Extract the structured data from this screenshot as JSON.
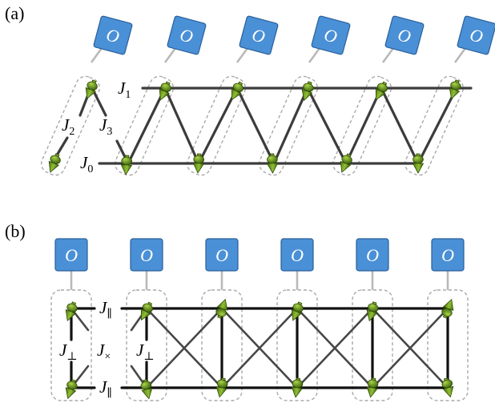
{
  "panel_a": {
    "label": "(a)",
    "operator_symbol": "O",
    "couplings": {
      "j1": "J",
      "j1_sub": "1",
      "j2": "J",
      "j2_sub": "2",
      "j3": "J",
      "j3_sub": "3",
      "j0": "J",
      "j0_sub": "0"
    }
  },
  "panel_b": {
    "label": "(b)",
    "operator_symbol": "O",
    "couplings": {
      "j_par_top": "J",
      "j_par_top_sub": "∥",
      "j_perp_left": "J",
      "j_perp_left_sub": "⊥",
      "j_cross": "J",
      "j_cross_sub": "×",
      "j_perp_right": "J",
      "j_perp_right_sub": "⊥",
      "j_par_bottom": "J",
      "j_par_bottom_sub": "∥"
    }
  },
  "colors": {
    "operator_fill": "#4a90d6",
    "spin_green": "#6f9e1c",
    "bond_gray": "#3c3c3c",
    "bond_black": "#111111",
    "dashed_box": "#a9a9a9"
  }
}
